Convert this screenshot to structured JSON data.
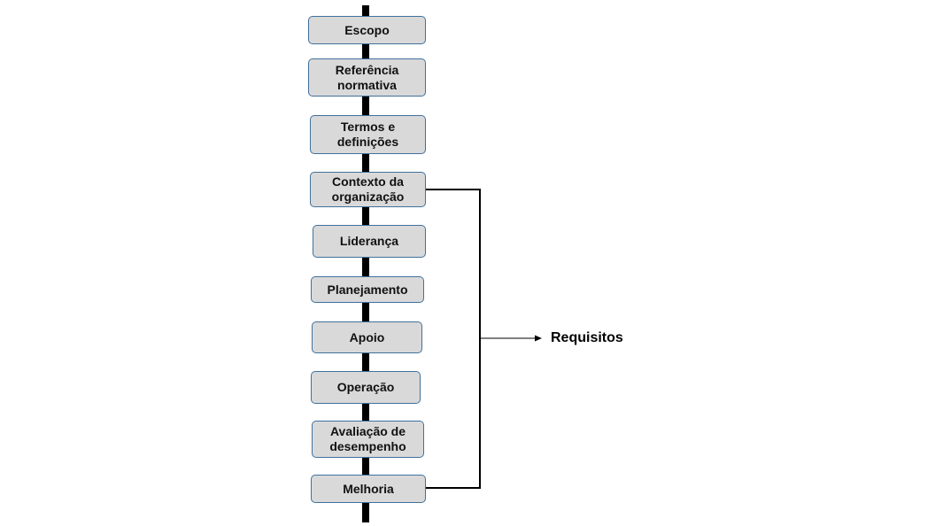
{
  "diagram": {
    "steps": [
      "Escopo",
      "Referência\nnormativa",
      "Termos e\ndefinições",
      "Contexto da\norganização",
      "Liderança",
      "Planejamento",
      "Apoio",
      "Operação",
      "Avaliação de\ndesempenho",
      "Melhoria"
    ],
    "requirements_label": "Requisitos",
    "colors": {
      "box_fill": "#d9d9d9",
      "box_border": "#41719c",
      "spine": "#000000"
    }
  }
}
